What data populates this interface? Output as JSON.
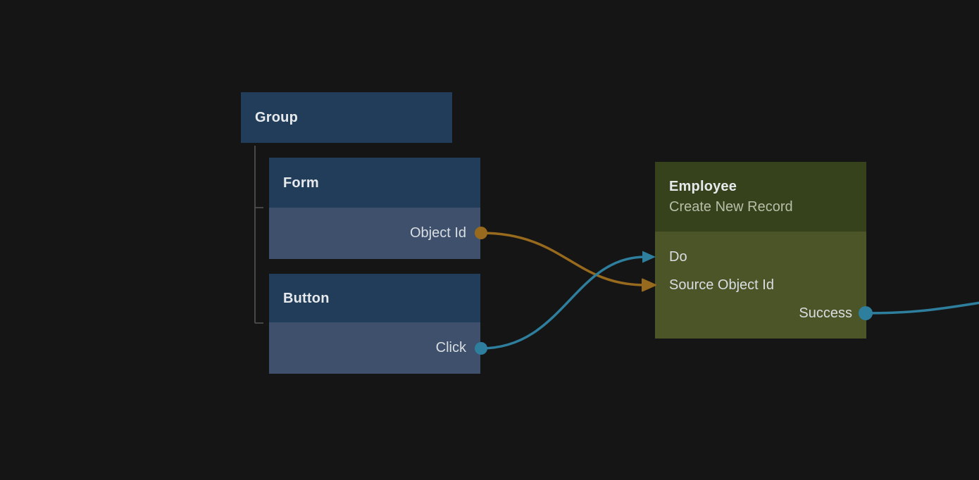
{
  "canvas": {
    "background": "#151515"
  },
  "colors": {
    "node_header_blue": "#223d5a",
    "node_body_blue": "#3e506c",
    "node_header_olive": "#36421c",
    "node_body_olive": "#4c5527",
    "edge_teal": "#2e7e9d",
    "edge_gold": "#976a1d",
    "tree_line": "#4e4e4e",
    "title_text": "#e6eaec",
    "label_text": "#d9dee2",
    "subtitle_text": "#b7bfa9"
  },
  "nodes": {
    "group": {
      "title": "Group"
    },
    "form": {
      "title": "Form",
      "output_port": {
        "label": "Object Id",
        "color": "#976a1d"
      }
    },
    "button": {
      "title": "Button",
      "output_port": {
        "label": "Click",
        "color": "#2e7e9d"
      }
    },
    "employee": {
      "title": "Employee",
      "subtitle": "Create New Record",
      "input_do": {
        "label": "Do",
        "color": "#2e7e9d"
      },
      "input_source": {
        "label": "Source Object Id",
        "color": "#976a1d"
      },
      "output_success": {
        "label": "Success",
        "color": "#2e7e9d"
      }
    }
  },
  "edges": [
    {
      "from": "Form.Object Id",
      "to": "Employee.Source Object Id",
      "color": "#976a1d"
    },
    {
      "from": "Button.Click",
      "to": "Employee.Do",
      "color": "#2e7e9d"
    },
    {
      "from": "Employee.Success",
      "to": "offscreen-right",
      "color": "#2e7e9d"
    }
  ]
}
